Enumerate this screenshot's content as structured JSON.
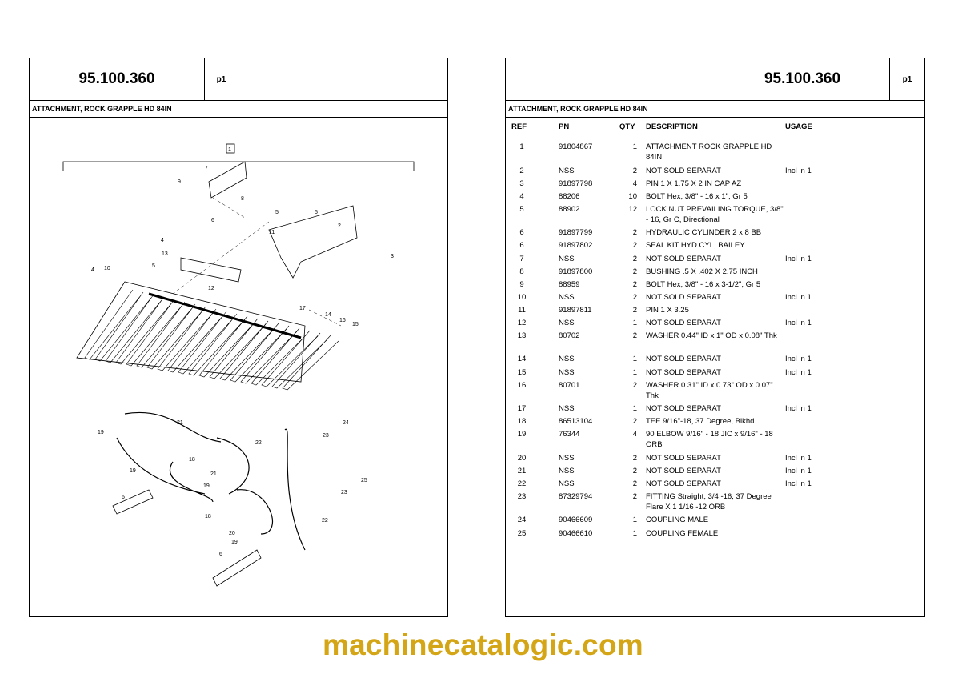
{
  "left": {
    "doc_number": "95.100.360",
    "page": "p1",
    "subtitle": "ATTACHMENT, ROCK GRAPPLE HD 84IN",
    "diagram_callouts": [
      "1",
      "2",
      "3",
      "4",
      "5",
      "6",
      "7",
      "8",
      "9",
      "10",
      "11",
      "12",
      "13",
      "14",
      "15",
      "16",
      "17",
      "18",
      "19",
      "20",
      "21",
      "22",
      "23",
      "24",
      "25"
    ]
  },
  "right": {
    "doc_number": "95.100.360",
    "page": "p1",
    "subtitle": "ATTACHMENT, ROCK GRAPPLE HD 84IN",
    "columns": {
      "ref": "REF",
      "pn": "PN",
      "qty": "QTY",
      "description": "DESCRIPTION",
      "usage": "USAGE"
    },
    "rows": [
      {
        "ref": "1",
        "pn": "91804867",
        "qty": "1",
        "description": "ATTACHMENT ROCK GRAPPLE HD 84IN",
        "usage": ""
      },
      {
        "ref": "2",
        "pn": "NSS",
        "qty": "2",
        "description": "NOT SOLD SEPARAT",
        "usage": "Incl in 1"
      },
      {
        "ref": "3",
        "pn": "91897798",
        "qty": "4",
        "description": "PIN 1 X 1.75 X 2 IN CAP AZ",
        "usage": ""
      },
      {
        "ref": "4",
        "pn": "88206",
        "qty": "10",
        "description": "BOLT Hex, 3/8\" - 16  x 1\", Gr 5",
        "usage": ""
      },
      {
        "ref": "5",
        "pn": "88902",
        "qty": "12",
        "description": "LOCK NUT PREVAILING TORQUE, 3/8\" - 16, Gr C, Directional",
        "usage": ""
      },
      {
        "ref": "6",
        "pn": "91897799",
        "qty": "2",
        "description": "HYDRAULIC CYLINDER 2 x 8 BB",
        "usage": ""
      },
      {
        "ref": "6",
        "pn": "91897802",
        "qty": "2",
        "description": "SEAL KIT HYD CYL, BAILEY",
        "usage": ""
      },
      {
        "ref": "7",
        "pn": "NSS",
        "qty": "2",
        "description": "NOT SOLD SEPARAT",
        "usage": "Incl in 1"
      },
      {
        "ref": "8",
        "pn": "91897800",
        "qty": "2",
        "description": "BUSHING .5 X .402 X 2.75 INCH",
        "usage": ""
      },
      {
        "ref": "9",
        "pn": "88959",
        "qty": "2",
        "description": "BOLT Hex, 3/8\" - 16 x 3-1/2\", Gr 5",
        "usage": ""
      },
      {
        "ref": "10",
        "pn": "NSS",
        "qty": "2",
        "description": "NOT SOLD SEPARAT",
        "usage": "Incl in 1"
      },
      {
        "ref": "11",
        "pn": "91897811",
        "qty": "2",
        "description": "PIN 1 X 3.25",
        "usage": ""
      },
      {
        "ref": "12",
        "pn": "NSS",
        "qty": "1",
        "description": "NOT SOLD SEPARAT",
        "usage": "Incl in 1"
      },
      {
        "ref": "13",
        "pn": "80702",
        "qty": "2",
        "description": "WASHER 0.44\" ID x 1\" OD x 0.08\" Thk",
        "usage": ""
      },
      {
        "ref": "14",
        "pn": "NSS",
        "qty": "1",
        "description": "NOT SOLD SEPARAT",
        "usage": "Incl in 1"
      },
      {
        "ref": "15",
        "pn": "NSS",
        "qty": "1",
        "description": "NOT SOLD SEPARAT",
        "usage": "Incl in 1"
      },
      {
        "ref": "16",
        "pn": "80701",
        "qty": "2",
        "description": "WASHER 0.31\" ID x 0.73\" OD x 0.07\" Thk",
        "usage": ""
      },
      {
        "ref": "17",
        "pn": "NSS",
        "qty": "1",
        "description": "NOT SOLD SEPARAT",
        "usage": "Incl in 1"
      },
      {
        "ref": "18",
        "pn": "86513104",
        "qty": "2",
        "description": "TEE 9/16\"-18, 37 Degree, Blkhd",
        "usage": ""
      },
      {
        "ref": "19",
        "pn": "76344",
        "qty": "4",
        "description": "90 ELBOW 9/16\" - 18 JIC x 9/16\" - 18 ORB",
        "usage": ""
      },
      {
        "ref": "20",
        "pn": "NSS",
        "qty": "2",
        "description": "NOT SOLD SEPARAT",
        "usage": "Incl in 1"
      },
      {
        "ref": "21",
        "pn": "NSS",
        "qty": "2",
        "description": "NOT SOLD SEPARAT",
        "usage": "Incl in 1"
      },
      {
        "ref": "22",
        "pn": "NSS",
        "qty": "2",
        "description": "NOT SOLD SEPARAT",
        "usage": "Incl in 1"
      },
      {
        "ref": "23",
        "pn": "87329794",
        "qty": "2",
        "description": "FITTING Straight, 3/4  -16,  37 Degree Flare X 1 1/16  -12 ORB",
        "usage": ""
      },
      {
        "ref": "24",
        "pn": "90466609",
        "qty": "1",
        "description": "COUPLING MALE",
        "usage": ""
      },
      {
        "ref": "25",
        "pn": "90466610",
        "qty": "1",
        "description": "COUPLING FEMALE",
        "usage": ""
      }
    ]
  },
  "watermark": "machinecatalogic.com"
}
